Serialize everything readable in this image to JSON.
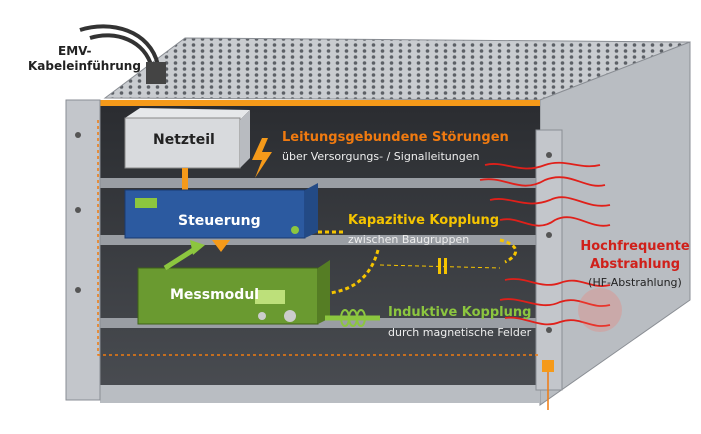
{
  "cable_entry": {
    "line1": "EMV-",
    "line2": "Kabeleinführung"
  },
  "modules": {
    "power": "Netzteil",
    "control": "Steuerung",
    "measure": "Messmodul"
  },
  "conducted": {
    "title": "Leitungsgebundene Störungen",
    "subtitle": "über Versorgungs- / Signalleitungen"
  },
  "capacitive": {
    "title": "Kapazitive Kopplung",
    "subtitle": "zwischen Baugruppen"
  },
  "inductive": {
    "title": "Induktive Kopplung",
    "subtitle": "durch magnetische Felder"
  },
  "radiation": {
    "line1": "Hochfrequente",
    "line2": "Abstrahlung",
    "line3": "(HF-Abstrahlung)"
  },
  "colors": {
    "orange": "#f07a10",
    "yellow": "#f5c400",
    "green": "#8cc63f",
    "red": "#e0201a",
    "blue": "#2c5aa0",
    "rack": "#3a3d42"
  }
}
